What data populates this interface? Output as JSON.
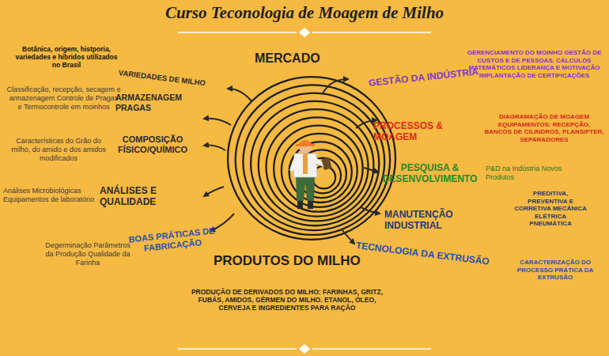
{
  "diagram": {
    "title": "Curso Teconologia de Moagem de Milho",
    "labels": [
      "MERCADO",
      "Botânica, origem, histporia, variedades e híbridos utilizados no Brasil",
      "VARIEDADES DE MILHO",
      "Classificação, recepção, secagem e armazenagem Controle de Pragas e Termocontrole em moinhos",
      "ARMAZENAGEM PRAGAS",
      "Características do Grão do milho, do amido e dos amidos modificados",
      "COMPOSIÇÃO FÍSICO/QUÍMICO",
      "Análises Microbiológicas Equipamentos de laboratório",
      "ANÁLISES E QUALIDADE",
      "Degerminação Parâmetros da Produção Qualidade da Farinha",
      "BOAS PRÁTICAS DE FABRICAÇÃO",
      "PRODUTOS DO MILHO",
      "PRODUÇÃO DE DERIVADOS DO MILHO: FARINHAS, GRITZ, FUBÁS, AMIDOS, GÉRMEN DO MILHO. ETANOL, ÓLEO, CERVEJA E INGREDIENTES PARA RAÇÃO",
      "GESTÃO DA INDÚSTRIA",
      "GERENCIAMENTO DO MOINHO GESTÃO DE CUSTOS E DE PESSOAS. CÁLCULOS MATEMÁTICOS LIDERANÇA E MOTIVAÇÃO IMPLANTAÇÃO DE CERTIFICAÇÕES",
      "PROCESSOS & MOAGEM",
      "DIAGRAMAÇÃO DE MOAGEM EQUIPAMENTOS: RECEPÇÃO, BANCOS DE CILINDROS, PLANSIFTER, SEPARADORES",
      "PESQUISA & DESENVOLVIMENTO",
      "P&D na Indústria Novos Produtos",
      "MANUTENÇÃO INDUSTRIAL",
      "PREDITIVA, PREVENTIVA E CORRETIVA MECÂNICA ELÉTRICA PNEUMÁTICA",
      "TECNOLOGIA DA EXTRUSÃO",
      "CARACTERIZAÇÃO DO PROCESSO PRÁTICA DA EXTRUSÃO"
    ]
  }
}
